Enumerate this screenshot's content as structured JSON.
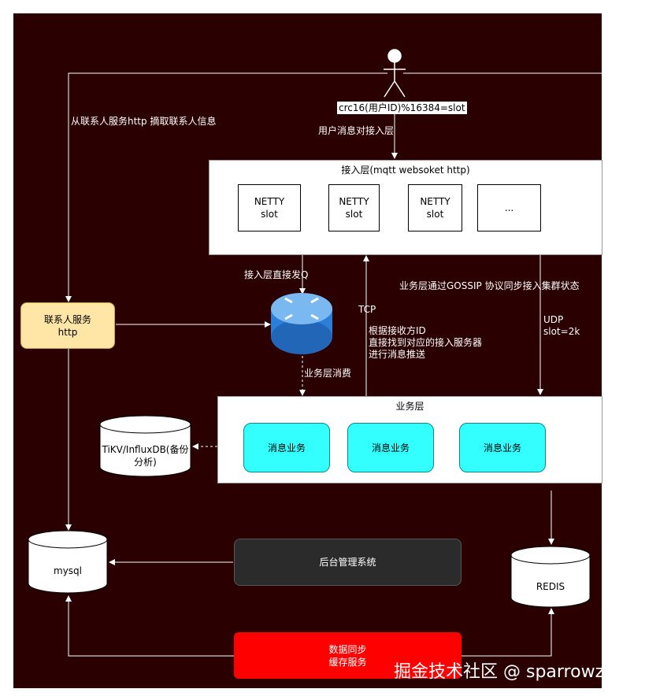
{
  "user": {
    "formula": "crc16(用户ID)%16384=slot",
    "to_access_label": "用户消息对接入层"
  },
  "contact_fetch_label": "从联系人服务http 摘取联系人信息",
  "access_layer": {
    "title": "接入层(mqtt websoket http)",
    "nodes": [
      {
        "line1": "NETTY",
        "line2": "slot"
      },
      {
        "line1": "NETTY",
        "line2": "slot"
      },
      {
        "line1": "NETTY",
        "line2": "slot"
      },
      {
        "line1": "...",
        "line2": ""
      }
    ]
  },
  "edges": {
    "access_to_mq": "接入层直接发Q",
    "gossip": "业务层通过GOSSIP 协议同步接入集群状态",
    "tcp": "TCP",
    "push_1": "根据接收方ID",
    "push_2": "直接找到对应的接入服务器",
    "push_3": "进行消息推送",
    "udp_1": "UDP",
    "udp_2": "slot=2k",
    "consume": "业务层消费"
  },
  "contact_service": {
    "line1": "联系人服务",
    "line2": "http"
  },
  "business_layer": {
    "title": "业务层",
    "items": [
      "消息业务",
      "消息业务",
      "消息业务"
    ]
  },
  "tikv": {
    "line1": "TiKV/InfluxDB(备份",
    "line2": "分析)"
  },
  "mysql": {
    "label": "mysql"
  },
  "admin": {
    "label": "后台管理系统"
  },
  "redis": {
    "label": "REDIS"
  },
  "sync_service": {
    "line1": "数据同步",
    "line2": "缓存服务"
  },
  "watermark": "掘金技术社区 @ sparrowzoo",
  "colors": {
    "background": "#2a0000",
    "contact_service": "#ffe6a6",
    "business_item": "#33ffff",
    "admin": "#2b2b2b",
    "sync_service": "#ff0000",
    "router": "#3a8ee6"
  }
}
